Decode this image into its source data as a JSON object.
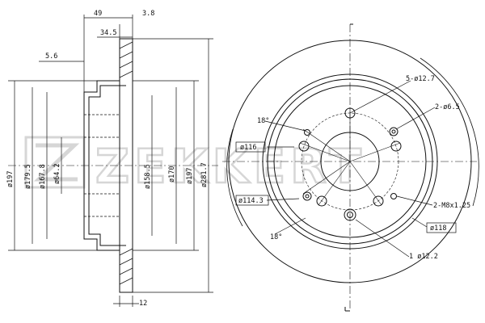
{
  "watermark": {
    "brand": "ZEKKERT"
  },
  "side_view": {
    "dims": {
      "top_49": "49",
      "top_3_8": "3.8",
      "top_34_5": "34.5",
      "left_5_6": "5.6",
      "d197_outer": "ø197",
      "d179_5": "ø179.5",
      "d167_8": "ø167.8",
      "d64_2": "ø64.2",
      "d158_5": "ø158.5",
      "d170": "ø170",
      "d197_inner": "ø197",
      "d281_7": "ø281.7",
      "bottom_12": "12"
    }
  },
  "front_view": {
    "callouts": {
      "bolt_holes": "5-ø12.7",
      "pin_holes": "2-ø6.5",
      "angle_top": "18°",
      "d116": "ø116",
      "d114_3": "ø114.3",
      "thread_holes": "2-M8x1.25",
      "d118": "ø118",
      "angle_bottom": "18°",
      "center_hole": "1 ø12.2"
    }
  }
}
